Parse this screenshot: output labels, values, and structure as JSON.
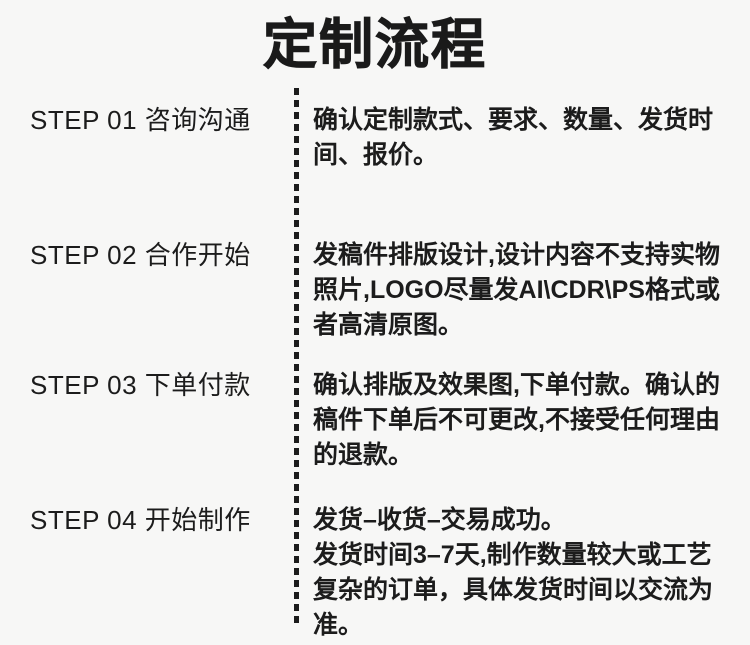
{
  "header": {
    "title": "定制流程"
  },
  "colors": {
    "background": "#f7f7f6",
    "text": "#1c1c1c",
    "divider": "#1c1c1c"
  },
  "divider": {
    "style": "dashed-vertical"
  },
  "steps": [
    {
      "label": "STEP 01 咨询沟通",
      "step_number": "01",
      "step_word": "STEP",
      "step_title": "咨询沟通",
      "paragraphs": [
        "确认定制款式、要求、数量、发货时间、报价。"
      ]
    },
    {
      "label": "STEP 02 合作开始",
      "step_number": "02",
      "step_word": "STEP",
      "step_title": "合作开始",
      "paragraphs": [
        "发稿件排版设计,设计内容不支持实物照片,LOGO尽量发AI\\CDR\\PS格式或者高清原图。"
      ]
    },
    {
      "label": "STEP 03 下单付款",
      "step_number": "03",
      "step_word": "STEP",
      "step_title": "下单付款",
      "paragraphs": [
        "确认排版及效果图,下单付款。确认的稿件下单后不可更改,不接受任何理由的退款。"
      ]
    },
    {
      "label": "STEP 04 开始制作",
      "step_number": "04",
      "step_word": "STEP",
      "step_title": "开始制作",
      "paragraphs": [
        "发货–收货–交易成功。",
        "发货时间3–7天,制作数量较大或工艺复杂的订单，具体发货时间以交流为准。"
      ]
    }
  ]
}
